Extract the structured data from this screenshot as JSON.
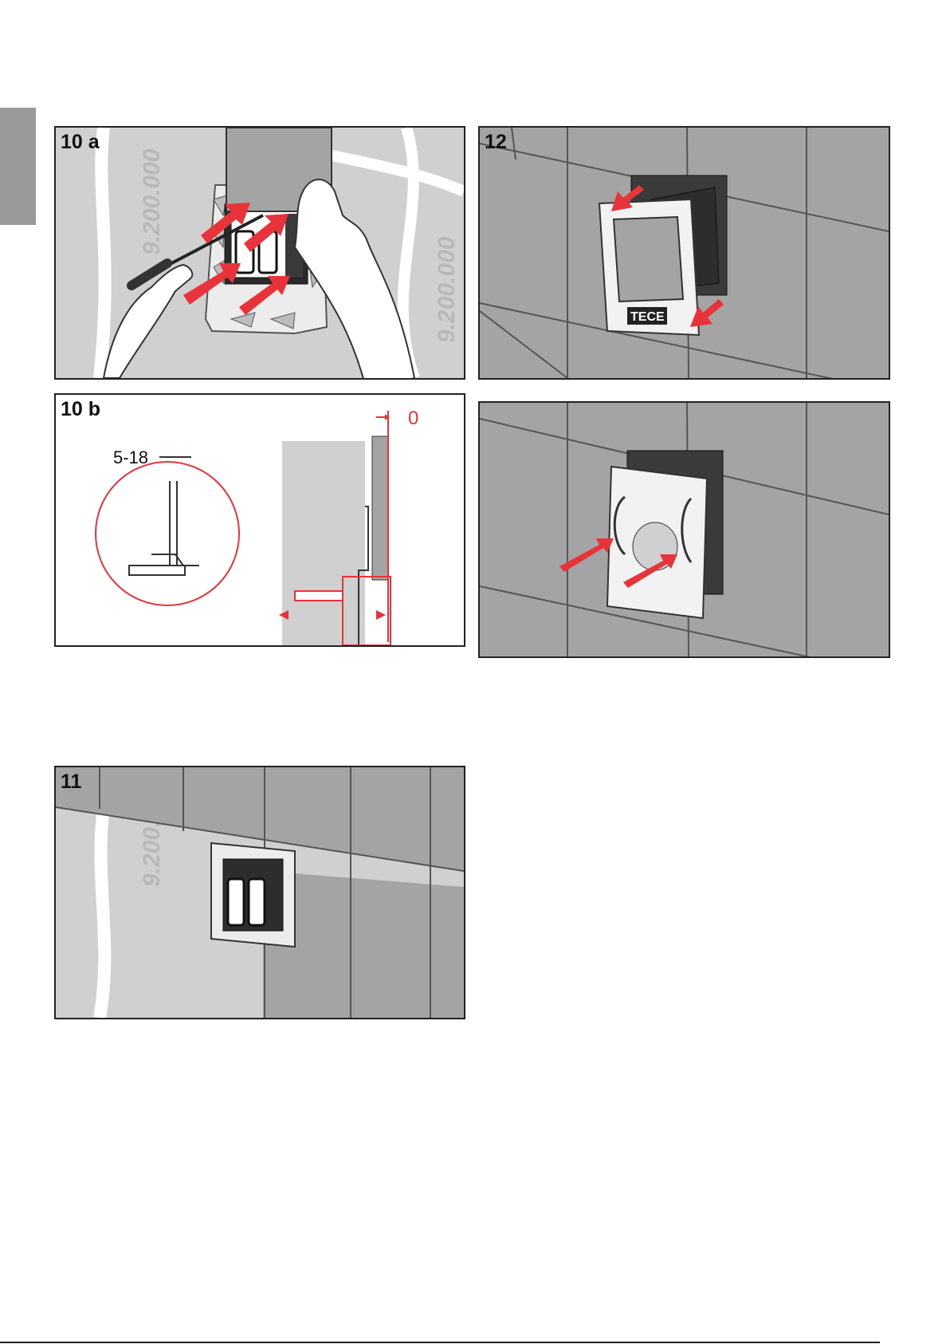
{
  "colors": {
    "accent": "#e8333b",
    "tile": "#a4a4a4",
    "wall": "#d0d0d0",
    "grout": "#555555"
  },
  "panels": {
    "p10a": {
      "label": "10 a",
      "watermark_left": "9.200.000",
      "watermark_right": "9.200.000"
    },
    "p12": {
      "label": "12",
      "brand": "TECE"
    },
    "p10b": {
      "label": "10 b",
      "dim_range": "5-18",
      "dim_zero": "0"
    },
    "p13": {
      "label": ""
    },
    "p11": {
      "label": "11",
      "watermark": "9.200."
    }
  }
}
